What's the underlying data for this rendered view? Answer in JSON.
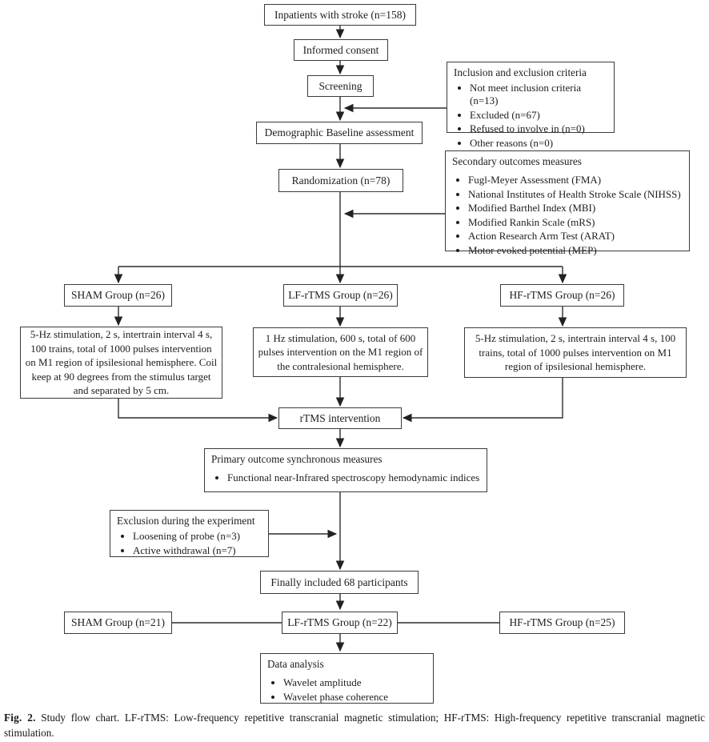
{
  "figure": {
    "caption_label": "Fig. 2.",
    "caption_text": "Study flow chart. LF-rTMS: Low-frequency repetitive transcranial magnetic stimulation; HF-rTMS: High-frequency repetitive transcranial magnetic stimulation."
  },
  "flowchart": {
    "nodes": {
      "inpatients": {
        "label": "Inpatients with stroke (n=158)"
      },
      "informed_consent": {
        "label": "Informed consent"
      },
      "screening": {
        "label": "Screening"
      },
      "inclusion_criteria": {
        "title": "Inclusion and exclusion criteria",
        "items": [
          "Not meet inclusion criteria (n=13)",
          "Excluded (n=67)",
          "Refused to involve in (n=0)",
          "Other reasons (n=0)"
        ]
      },
      "demographic": {
        "label": "Demographic Baseline assessment"
      },
      "randomization": {
        "label": "Randomization (n=78)"
      },
      "secondary_outcomes": {
        "title": "Secondary outcomes measures",
        "items": [
          "Fugl-Meyer Assessment (FMA)",
          "National Institutes of Health Stroke Scale (NIHSS)",
          "Modified Barthel Index (MBI)",
          "Modified Rankin Scale (mRS)",
          "Action Research Arm Test (ARAT)",
          "Motor evoked potential (MEP)"
        ]
      },
      "sham_group": {
        "label": "SHAM Group (n=26)"
      },
      "lf_group": {
        "label": "LF-rTMS Group (n=26)"
      },
      "hf_group": {
        "label": "HF-rTMS Group (n=26)"
      },
      "sham_protocol": {
        "label": "5-Hz stimulation, 2 s, intertrain interval 4 s, 100 trains, total of 1000 pulses intervention on M1 region of ipsilesional hemisphere. Coil keep at 90 degrees from the stimulus target and separated by 5 cm."
      },
      "lf_protocol": {
        "label": "1 Hz stimulation, 600 s, total of 600 pulses intervention on the M1 region of the contralesional hemisphere."
      },
      "hf_protocol": {
        "label": "5-Hz stimulation, 2 s, intertrain interval 4 s, 100 trains, total of 1000 pulses intervention on M1 region of ipsilesional hemisphere."
      },
      "rtms_intervention": {
        "label": "rTMS intervention"
      },
      "primary_outcome": {
        "title": "Primary outcome synchronous measures",
        "items": [
          "Functional near-Infrared spectroscopy hemodynamic indices"
        ]
      },
      "exclusion_experiment": {
        "title": "Exclusion during the experiment",
        "items": [
          "Loosening of probe (n=3)",
          "Active withdrawal (n=7)"
        ]
      },
      "finally_included": {
        "label": "Finally included 68 participants"
      },
      "sham_final": {
        "label": "SHAM Group (n=21)"
      },
      "lf_final": {
        "label": "LF-rTMS Group (n=22)"
      },
      "hf_final": {
        "label": "HF-rTMS Group (n=25)"
      },
      "data_analysis": {
        "title": "Data analysis",
        "items": [
          "Wavelet amplitude",
          "Wavelet phase coherence"
        ]
      }
    }
  }
}
